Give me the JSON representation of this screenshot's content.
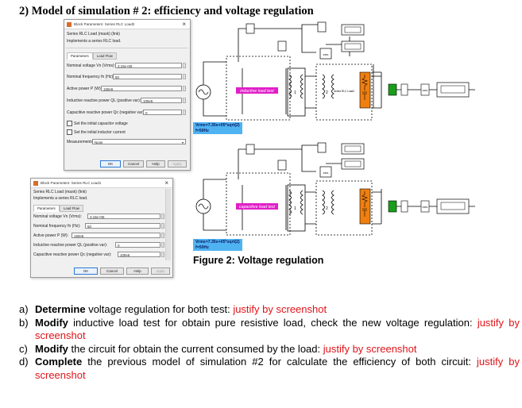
{
  "heading": "2)  Model of simulation # 2: efficiency and voltage regulation",
  "dialogs": [
    {
      "title": "Block Parameters: Series RLC Load2",
      "line1": "Series RLC Load (mask) (link)",
      "line2": "Implements a series RLC load.",
      "tabs": [
        "Parameters",
        "Load Flow"
      ],
      "fields": [
        {
          "label": "Nominal voltage Vn (Vrms):",
          "value": "3.15e+05"
        },
        {
          "label": "Nominal frequency fn (Hz):",
          "value": "50"
        },
        {
          "label": "Active power P (W):",
          "value": "150e6"
        },
        {
          "label": "Inductive reactive power QL (positive var):",
          "value": "100e6"
        },
        {
          "label": "Capacitive reactive power Qc (negative var):",
          "value": "0"
        }
      ],
      "checkboxes": [
        "Set the initial capacitor voltage",
        "Set the initial inductor current"
      ],
      "measurements_label": "Measurements",
      "measurements_value": "None",
      "buttons": [
        "OK",
        "Cancel",
        "Help",
        "Apply"
      ]
    },
    {
      "title": "Block Parameters: Series RLC Load1",
      "line1": "Series RLC Load (mask) (link)",
      "line2": "Implements a series RLC load.",
      "tabs": [
        "Parameters",
        "Load Flow"
      ],
      "fields": [
        {
          "label": "Nominal voltage Vn (Vrms):",
          "value": "3.15e+05"
        },
        {
          "label": "Nominal frequency fn (Hz):",
          "value": "50"
        },
        {
          "label": "Active power P (W):",
          "value": "150e6"
        },
        {
          "label": "Inductive reactive power QL (positive var):",
          "value": "0"
        },
        {
          "label": "Capacitive reactive power Qc (negative var):",
          "value": "100e6"
        }
      ],
      "buttons": [
        "OK",
        "Cancel",
        "Help",
        "Apply"
      ]
    }
  ],
  "circuits": {
    "top": {
      "load_label": "inductive load test",
      "source_tag_line1": "Vrms=7.35e+05*sqrt(2)",
      "source_tag_line2": "f=50Hz",
      "rms_label": "RMS",
      "transformer_port1": "1",
      "transformer_port2": "2",
      "rlc_name": "Series RLC Load2",
      "load_color": "#f07f10",
      "label_color": "#e11ec8"
    },
    "bottom": {
      "load_label": "capacitive load test",
      "source_tag_line1": "Vrms=7.35e+05*sqrt(2)",
      "source_tag_line2": "f=50Hz",
      "rms_label": "RMS",
      "transformer_port1": "1",
      "transformer_port2": "2",
      "load_color": "#f07f10",
      "label_color": "#e11ec8"
    }
  },
  "caption": "Figure 2: Voltage regulation",
  "questions": [
    {
      "letter": "a)",
      "keyword": "Determine",
      "text": " voltage regulation for both test: ",
      "red": "justify by screenshot"
    },
    {
      "letter": "b)",
      "keyword": "Modify",
      "text": " inductive load test for obtain pure resistive load, check the new voltage regulation: ",
      "red": "justify by screenshot"
    },
    {
      "letter": "c)",
      "keyword": "Modify",
      "text": " the circuit for obtain the current consumed by the load: ",
      "red": "justify by screenshot"
    },
    {
      "letter": "d)",
      "keyword": "Complete",
      "text": " the previous model of simulation #2 for calculate the efficiency of both circuit: ",
      "red": "justify by screenshot"
    }
  ]
}
